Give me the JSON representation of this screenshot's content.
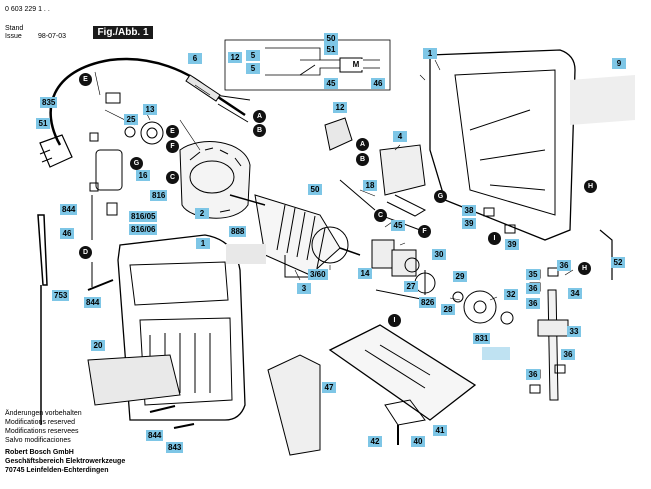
{
  "header": {
    "doc_number": "0 603 229 1 . .",
    "stand_label": "Stand",
    "issue_label": "Issue",
    "stand_value": "98-07-03",
    "figure_label": "Fig./Abb. 1"
  },
  "labels": [
    {
      "id": "p1a",
      "text": "1"
    },
    {
      "id": "p1b",
      "text": "1"
    },
    {
      "id": "p2",
      "text": "2"
    },
    {
      "id": "p3",
      "text": "3"
    },
    {
      "id": "p360",
      "text": "3/60"
    },
    {
      "id": "p4",
      "text": "4"
    },
    {
      "id": "p5",
      "text": "5"
    },
    {
      "id": "p5b",
      "text": "5"
    },
    {
      "id": "p6",
      "text": "6"
    },
    {
      "id": "p9",
      "text": "9"
    },
    {
      "id": "p12a",
      "text": "12"
    },
    {
      "id": "p12b",
      "text": "12"
    },
    {
      "id": "p13",
      "text": "13"
    },
    {
      "id": "p14",
      "text": "14"
    },
    {
      "id": "p16",
      "text": "16"
    },
    {
      "id": "p18",
      "text": "18"
    },
    {
      "id": "p20",
      "text": "20"
    },
    {
      "id": "p25",
      "text": "25"
    },
    {
      "id": "p27",
      "text": "27"
    },
    {
      "id": "p28",
      "text": "28"
    },
    {
      "id": "p29",
      "text": "29"
    },
    {
      "id": "p30",
      "text": "30"
    },
    {
      "id": "p32",
      "text": "32"
    },
    {
      "id": "p33",
      "text": "33"
    },
    {
      "id": "p34",
      "text": "34"
    },
    {
      "id": "p35",
      "text": "35"
    },
    {
      "id": "p36a",
      "text": "36"
    },
    {
      "id": "p36b",
      "text": "36"
    },
    {
      "id": "p36c",
      "text": "36"
    },
    {
      "id": "p36d",
      "text": "36"
    },
    {
      "id": "p36e",
      "text": "36"
    },
    {
      "id": "p38",
      "text": "38"
    },
    {
      "id": "p39a",
      "text": "39"
    },
    {
      "id": "p39b",
      "text": "39"
    },
    {
      "id": "p40",
      "text": "40"
    },
    {
      "id": "p41",
      "text": "41"
    },
    {
      "id": "p42",
      "text": "42"
    },
    {
      "id": "p45a",
      "text": "45"
    },
    {
      "id": "p45b",
      "text": "45"
    },
    {
      "id": "p46a",
      "text": "46"
    },
    {
      "id": "p46b",
      "text": "46"
    },
    {
      "id": "p47",
      "text": "47"
    },
    {
      "id": "p50a",
      "text": "50"
    },
    {
      "id": "p50b",
      "text": "50"
    },
    {
      "id": "p51a",
      "text": "51"
    },
    {
      "id": "p51b",
      "text": "51"
    },
    {
      "id": "p52",
      "text": "52"
    },
    {
      "id": "p753",
      "text": "753"
    },
    {
      "id": "p816",
      "text": "816"
    },
    {
      "id": "p81605",
      "text": "816/05"
    },
    {
      "id": "p81606",
      "text": "816/06"
    },
    {
      "id": "p826",
      "text": "826"
    },
    {
      "id": "p831",
      "text": "831"
    },
    {
      "id": "p835",
      "text": "835"
    },
    {
      "id": "p843",
      "text": "843"
    },
    {
      "id": "p844a",
      "text": "844"
    },
    {
      "id": "p844b",
      "text": "844"
    },
    {
      "id": "p844c",
      "text": "844"
    },
    {
      "id": "p888",
      "text": "888"
    },
    {
      "id": "pM",
      "text": "M"
    }
  ],
  "refs": [
    {
      "id": "rA1",
      "text": "A"
    },
    {
      "id": "rB1",
      "text": "B"
    },
    {
      "id": "rA2",
      "text": "A"
    },
    {
      "id": "rB2",
      "text": "B"
    },
    {
      "id": "rC1",
      "text": "C"
    },
    {
      "id": "rC2",
      "text": "C"
    },
    {
      "id": "rD1",
      "text": "D"
    },
    {
      "id": "rE1",
      "text": "E"
    },
    {
      "id": "rE2",
      "text": "E"
    },
    {
      "id": "rF1",
      "text": "F"
    },
    {
      "id": "rF2",
      "text": "F"
    },
    {
      "id": "rG1",
      "text": "G"
    },
    {
      "id": "rG2",
      "text": "G"
    },
    {
      "id": "rH1",
      "text": "H"
    },
    {
      "id": "rH2",
      "text": "H"
    },
    {
      "id": "rI1",
      "text": "I"
    },
    {
      "id": "rI2",
      "text": "I"
    }
  ],
  "footer": {
    "line1": "Änderungen vorbehalten",
    "line2": "Modifications reserved",
    "line3": "Modifications reservees",
    "line4": "Salvo modificaciones",
    "company": "Robert Bosch GmbH",
    "division": "Geschäftsbereich Elektrowerkzeuge",
    "address": "70745 Leinfelden-Echterdingen"
  },
  "colors": {
    "label_bg": "#7ec6e6",
    "ref_circle": "#111111",
    "line": "#000000"
  }
}
